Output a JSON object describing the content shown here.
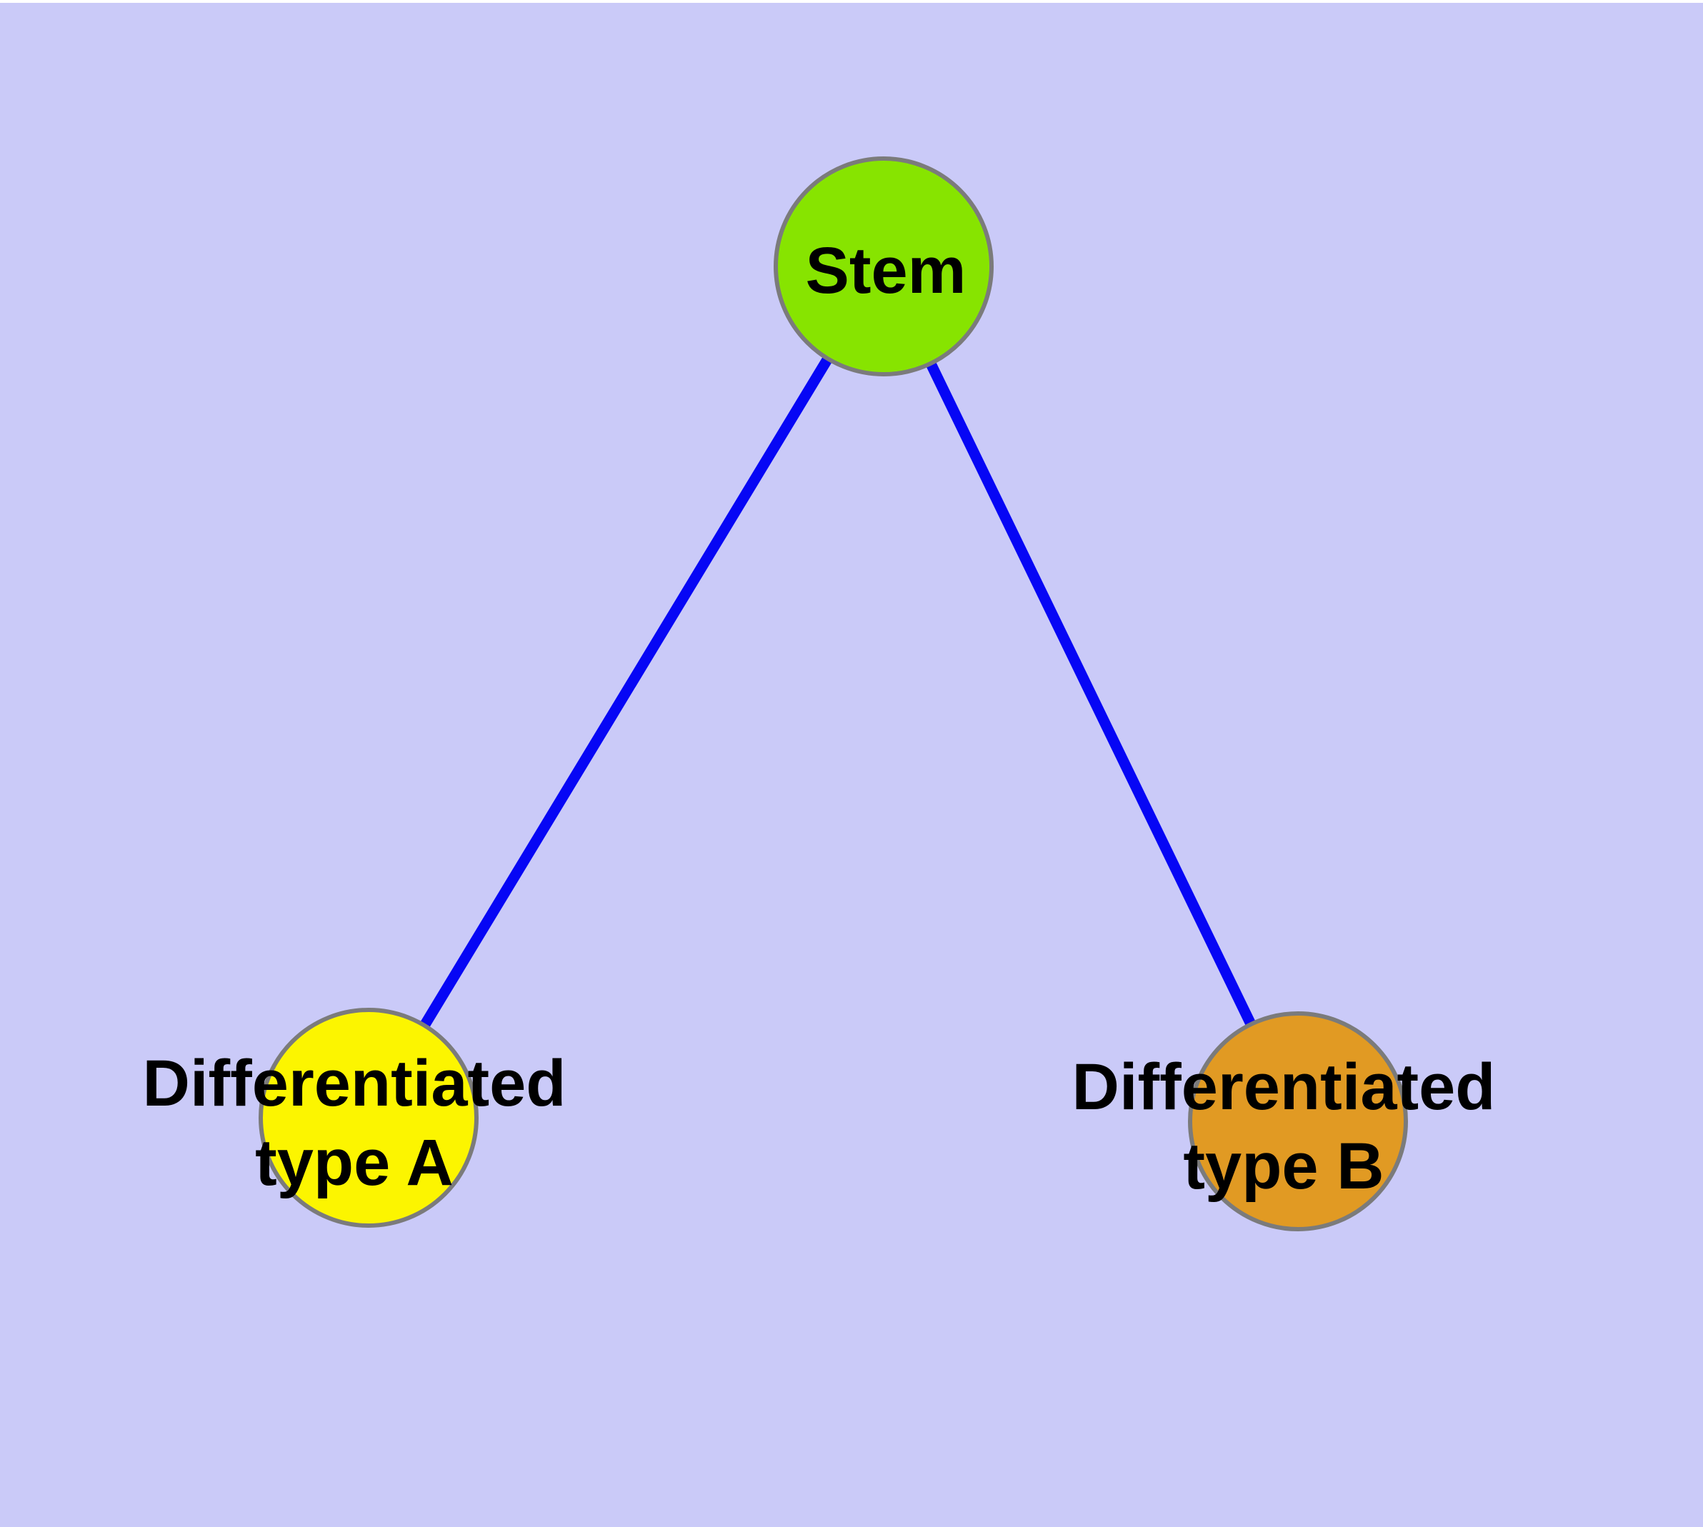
{
  "diagram": {
    "background_color": "#cacaf8",
    "margin_color": "#ffffff",
    "edge_color": "#0606f5",
    "node_border_color": "#7b7b7b",
    "label_color": "#000000",
    "nodes": [
      {
        "id": "stem",
        "label": "Stem",
        "color": "#87e400"
      },
      {
        "id": "differentiated-type-a",
        "label": "Differentiated type A",
        "label_lines": [
          "Differentiated",
          "type A"
        ],
        "color": "#fcf500"
      },
      {
        "id": "differentiated-type-b",
        "label": "Differentiated type B",
        "label_lines": [
          "Differentiated",
          "type B"
        ],
        "color": "#e19a23"
      }
    ],
    "edges": [
      {
        "from": "Stem",
        "to": "Differentiated type A"
      },
      {
        "from": "Stem",
        "to": "Differentiated type B"
      }
    ]
  }
}
